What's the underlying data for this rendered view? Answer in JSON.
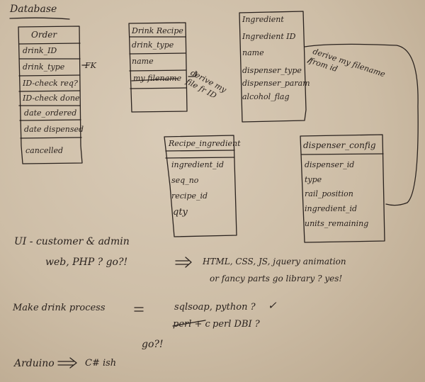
{
  "page_title": "Database",
  "order": {
    "title": "Order",
    "fields": [
      "drink_ID",
      "drink_type",
      "ID-check req?",
      "ID-check done",
      "date_ordered",
      "date dispensed",
      "cancelled"
    ],
    "fk_note": "FK"
  },
  "drink_recipe": {
    "title": "Drink Recipe",
    "fields": [
      "drink_type",
      "name",
      "my filename"
    ],
    "note": "derive my file fr ID"
  },
  "ingredient": {
    "title": "Ingredient",
    "fields": [
      "Ingredient ID",
      "name",
      "dispenser_type",
      "dispenser_param",
      "alcohol_flag"
    ],
    "note": "derive my filename from id"
  },
  "recipe_ingredient": {
    "title": "Recipe_ingredient",
    "fields": [
      "ingredient_id",
      "seq_no",
      "recipe_id",
      "qty"
    ]
  },
  "dispenser_config": {
    "title": "dispenser_config",
    "fields": [
      "dispenser_id",
      "type",
      "rail_position",
      "ingredient_id",
      "units_remaining"
    ]
  },
  "notes": {
    "ui_line": "UI - customer & admin",
    "web_line": "web, PHP ? go?!",
    "arrow1": "=>",
    "html_line": "HTML, CSS, JS, jquery animation",
    "fancy_line": "or fancy parts go library ? yes!",
    "make_line": "Make drink process",
    "eq": "=",
    "sqlsoap": "sqlsoap, python ?",
    "check": "✓",
    "perl_struck": "perl + c",
    "perl_dbi": "perl DBI ?",
    "go": "go?!",
    "arduino": "Arduino",
    "arrow2": "=>",
    "csharp": "C# ish"
  }
}
